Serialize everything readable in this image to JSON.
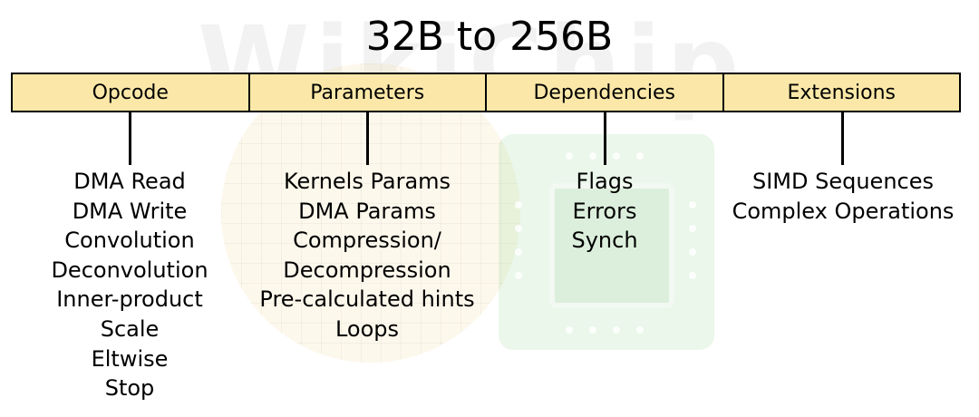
{
  "watermark": {
    "text": "WikiChip"
  },
  "title": "32B to 256B",
  "fields": [
    {
      "label": "Opcode",
      "items": [
        "DMA Read",
        "DMA Write",
        "Convolution",
        "Deconvolution",
        "Inner-product",
        "Scale",
        "Eltwise",
        "Stop"
      ]
    },
    {
      "label": "Parameters",
      "items": [
        "Kernels Params",
        "DMA Params",
        "Compression/",
        "Decompression",
        "Pre-calculated hints",
        "Loops"
      ]
    },
    {
      "label": "Dependencies",
      "items": [
        "Flags",
        "Errors",
        "Synch"
      ]
    },
    {
      "label": "Extensions",
      "items": [
        "SIMD Sequences",
        "Complex Operations"
      ]
    }
  ],
  "colors": {
    "field_fill": "#fbe8a8",
    "stroke": "#000000"
  }
}
